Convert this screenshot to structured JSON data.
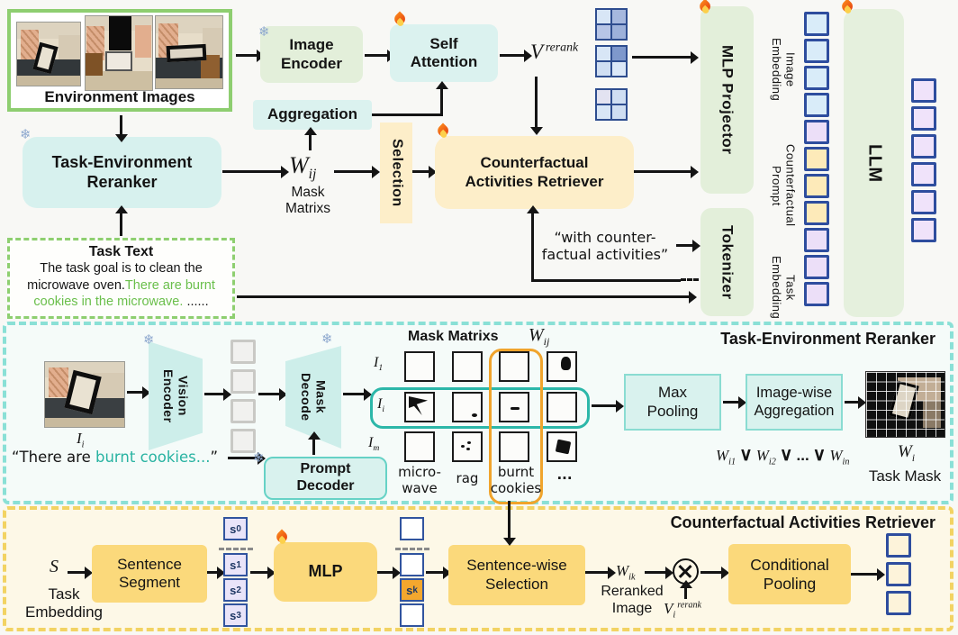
{
  "colors": {
    "blue": "#d9ecf9",
    "purple": "#ecdff8",
    "yellow": "#fdeab9",
    "outPurple": "#f0e3fa",
    "cream": "#fdf3da",
    "gray": "#f1f1ef"
  },
  "icons": {
    "frozen": "❄"
  },
  "top": {
    "env_label": "Environment Images",
    "image_encoder": "Image\nEncoder",
    "self_attention": "Self\nAttention",
    "aggregation": "Aggregation",
    "selection": "Selection",
    "reranker": "Task-Environment\nReranker",
    "car": "Counterfactual\nActivities Retriever",
    "v_rerank": {
      "base": "V",
      "sup": "rerank"
    },
    "w_ij": {
      "base": "W",
      "sub": "ij"
    },
    "w_caption": "Mask\nMatrixs",
    "mlp_projector": "MLP Projector",
    "tokenizer": "Tokenizer",
    "llm": "LLM",
    "quote1": "“with counter-",
    "quote2": "factual activities”",
    "labels": {
      "image": "Image\nEmbedding",
      "counterfactual": "Counterfactual\nPrompt",
      "task": "Task\nEmbedding"
    },
    "embedding_squares": [
      "blue",
      "blue",
      "blue",
      "blue",
      "purple",
      "yellow",
      "yellow",
      "yellow",
      "purple",
      "purple",
      "purple"
    ],
    "llm_output": [
      "outPurple",
      "outPurple",
      "outPurple",
      "outPurple",
      "outPurple",
      "outPurple"
    ],
    "matrices": [
      [
        "#d8e6f6",
        "#a6b8de",
        "#b7c5e6",
        "#9db1da"
      ],
      [
        "#d8e6f6",
        "#7e98cc",
        "#cfdef2",
        "#dbe8f8"
      ],
      [
        "#e3e3f1",
        "#cfdef2",
        "#d8e6f6",
        "#cfdef2"
      ]
    ],
    "task_text": {
      "title": "Task Text",
      "l1": "The task goal is to clean the",
      "l2_black": "microwave oven.",
      "l2_green": "There are  burnt",
      "l3_green": "cookies in the microwave. ",
      "l3_black": "......"
    }
  },
  "middle": {
    "title": "Task-Environment Reranker",
    "input_label": {
      "base": "I",
      "sub": "i"
    },
    "vision_encoder": "Vision\nEncoder",
    "mask_decode": "Mask\nDecode",
    "prompt_decoder": "Prompt\nDecoder",
    "quote_open": "“There are ",
    "quote_teal": "burnt cookies...",
    "quote_close": "”",
    "grid_title": "Mask Matrixs",
    "w_ij": {
      "base": "W",
      "sub": "ij"
    },
    "row_labels": [
      {
        "base": "I",
        "sub": "1"
      },
      {
        "base": "I",
        "sub": "i"
      },
      {
        "base": "I",
        "sub": "m"
      }
    ],
    "col_labels": [
      "micro-\nwave",
      "rag",
      "burnt\ncookies",
      "..."
    ],
    "cells": [
      [
        "",
        "",
        "",
        "blob"
      ],
      [
        "flag",
        "dot",
        "dash",
        ""
      ],
      [
        "",
        "dots",
        "",
        "square"
      ]
    ],
    "gray_tokens": [
      "gray",
      "gray",
      "gray",
      "gray"
    ],
    "max_pooling": "Max\nPooling",
    "image_wise_aggregation": "Image-wise\nAggregation",
    "formula": [
      {
        "base": "W",
        "sub": "i1"
      },
      {
        "op": "∨"
      },
      {
        "base": "W",
        "sub": "i2"
      },
      {
        "op": "∨"
      },
      {
        "op": "..."
      },
      {
        "op": "∨"
      },
      {
        "base": "W",
        "sub": "in"
      }
    ],
    "w_i": {
      "base": "W",
      "sub": "i"
    },
    "task_mask": "Task Mask"
  },
  "bottom": {
    "title": "Counterfactual Activities Retriever",
    "s": {
      "base": "S"
    },
    "task_embedding": "Task\nEmbedding",
    "sentence_segment": "Sentence\nSegment",
    "tokens": [
      {
        "t": "s",
        "sub": "0"
      },
      {
        "t": "s",
        "sub": "1"
      },
      {
        "t": "s",
        "sub": "2"
      },
      {
        "t": "s",
        "sub": "3"
      }
    ],
    "mlp": "MLP",
    "mlp_tokens": [
      "blank",
      "blank",
      "sk",
      "blank"
    ],
    "sk": {
      "t": "s",
      "sub": "k"
    },
    "sentence_wise_selection": "Sentence-wise\nSelection",
    "w_ik": {
      "base": "W",
      "sub": "ik"
    },
    "reranked": "Reranked\nImage",
    "v_i_rerank": {
      "base": "V",
      "sub": "i",
      "sup": "rerank"
    },
    "conditional_pooling": "Conditional\nPooling",
    "output_tokens": [
      "cream",
      "cream",
      "cream"
    ]
  }
}
